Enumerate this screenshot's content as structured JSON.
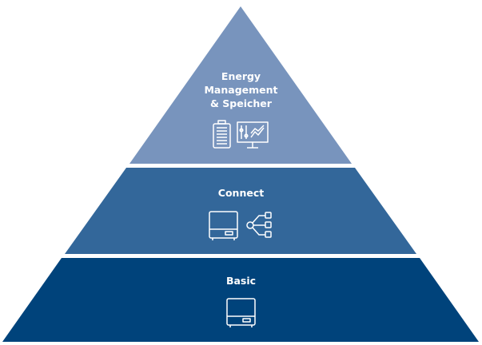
{
  "levels": [
    {
      "label_lines": [
        "Energy",
        "Management",
        "& Speicher"
      ],
      "color": "#7894bd",
      "icons": [
        "battery-icon",
        "monitor-chart-icon"
      ]
    },
    {
      "label": "Connect",
      "color": "#33679a",
      "icons": [
        "inverter-icon",
        "network-icon"
      ]
    },
    {
      "label": "Basic",
      "color": "#00437b",
      "icons": [
        "inverter-icon"
      ]
    }
  ]
}
